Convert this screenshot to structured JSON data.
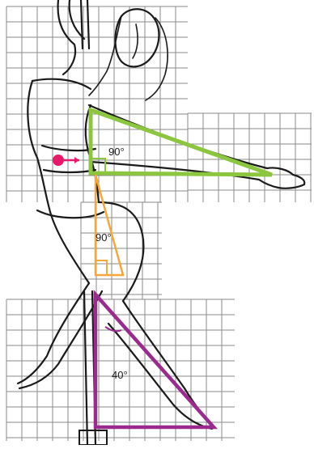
{
  "colors": {
    "grid": "#8a8a8a",
    "arm_triangle": "#8cc63f",
    "thigh_triangle": "#f4a83a",
    "leg_triangle": "#9b2a8e",
    "weight_marker": "#e8196b",
    "ink": "#1a1a1a"
  },
  "icons": {
    "weight_marker": "filled-circle-with-arrow-right"
  },
  "angles": {
    "arm": "90°",
    "thigh": "90°",
    "leg": "40°"
  }
}
